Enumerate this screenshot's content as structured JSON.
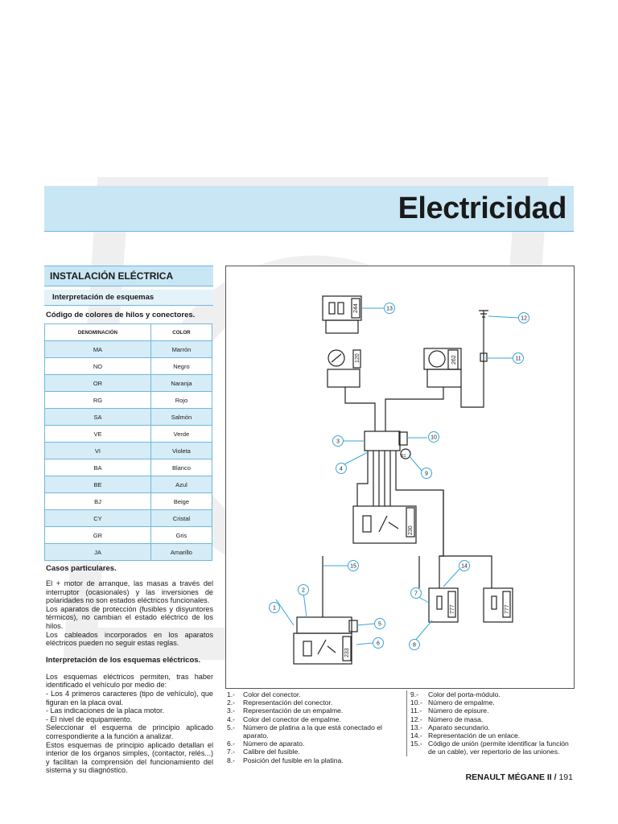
{
  "page_title": "Electricidad",
  "section_title": "INSTALACIÓN ELÉCTRICA",
  "subsection_title": "Interpretación de esquemas",
  "codes_title": "Código de colores de hilos y conectores.",
  "table": {
    "headers": [
      "DENOMINACIÓN",
      "COLOR"
    ],
    "rows": [
      [
        "MA",
        "Marrón"
      ],
      [
        "NO",
        "Negro"
      ],
      [
        "OR",
        "Naranja"
      ],
      [
        "RG",
        "Rojo"
      ],
      [
        "SA",
        "Salmón"
      ],
      [
        "VE",
        "Verde"
      ],
      [
        "VI",
        "Violeta"
      ],
      [
        "BA",
        "Blanco"
      ],
      [
        "BE",
        "Azul"
      ],
      [
        "BJ",
        "Beige"
      ],
      [
        "CY",
        "Cristal"
      ],
      [
        "GR",
        "Gris"
      ],
      [
        "JA",
        "Amarillo"
      ]
    ]
  },
  "casos_title": "Casos particulares.",
  "casos_text": "El + motor de arranque, las masas a través del interruptor (ocasionales) y las inversiones de polaridades no son estados eléctricos funcionales.\nLos aparatos de protección (fusibles y disyuntores térmicos), no cambian el estado eléctrico de los hilos.\nLos cableados incorporados en los aparatos eléctricos pueden no seguir estas reglas.",
  "interp_title": "Interpretación de los esquemas eléctricos.",
  "interp_text": "Los esquemas eléctricos permiten, tras haber identificado el vehículo por medio de:\n- Los 4 primeros caracteres (tipo de vehículo), que figuran en la placa oval.\n- Las indicaciones de la placa motor.\n- El nivel de equipamiento.\nSeleccionar el esquema de principio aplicado correspondiente a la función a analizar.\nEstos esquemas de principio aplicado detallan el interior de los órganos simples, (contactor, relés...) y facilitan la comprensión del funcionamiento del sistema y su diagnóstico.",
  "diagram": {
    "component_labels": [
      "244",
      "120",
      "262",
      "777",
      "777",
      "230",
      "233",
      "R1"
    ],
    "callouts": [
      "1",
      "2",
      "3",
      "4",
      "5",
      "6",
      "7",
      "8",
      "9",
      "10",
      "11",
      "12",
      "13",
      "14",
      "15"
    ],
    "accent_color": "#3aa6d6"
  },
  "legend_left": [
    {
      "num": "1.-",
      "text": "Color del conector."
    },
    {
      "num": "2.-",
      "text": "Representación del conector."
    },
    {
      "num": "3.-",
      "text": "Representación de un empalme."
    },
    {
      "num": "4.-",
      "text": "Color del conector de empalme."
    },
    {
      "num": "5.-",
      "text": "Número de platina a la que está conectado el aparato."
    },
    {
      "num": "6.-",
      "text": "Número de aparato."
    },
    {
      "num": "7.-",
      "text": "Calibre del fusible."
    },
    {
      "num": "8.-",
      "text": "Posición del fusible en la platina."
    }
  ],
  "legend_right": [
    {
      "num": "9.-",
      "text": "Color del porta-módulo."
    },
    {
      "num": "10.-",
      "text": "Número de empalme."
    },
    {
      "num": "11.-",
      "text": "Número de episure."
    },
    {
      "num": "12.-",
      "text": "Número de masa."
    },
    {
      "num": "13.-",
      "text": "Aparato secundario."
    },
    {
      "num": "14.-",
      "text": "Representación de un enlace."
    },
    {
      "num": "15.-",
      "text": "Código de unión (permite identificar la función de un cable), ver repertorio de las uniones."
    }
  ],
  "footer": {
    "model": "RENAULT MÉGANE II",
    "separator": "/",
    "page": "191"
  }
}
